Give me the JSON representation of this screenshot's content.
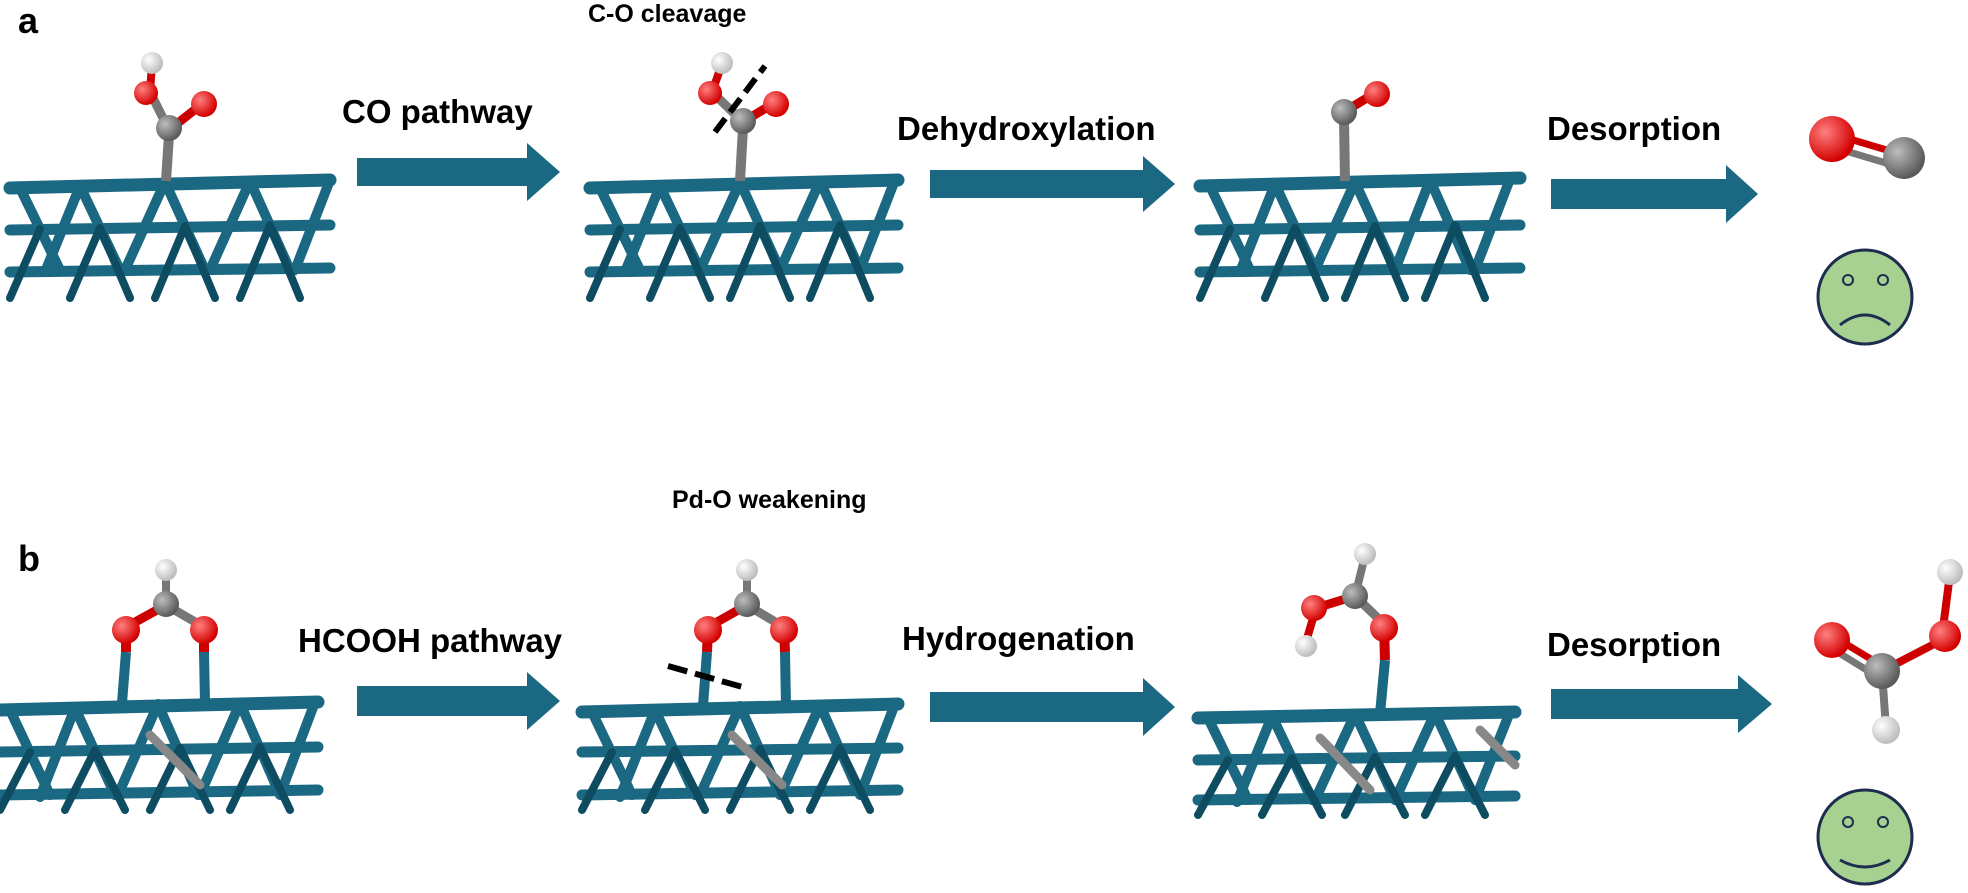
{
  "colors": {
    "surface": "#1b6882",
    "surface_dark": "#0e4c62",
    "arrow": "#1b6882",
    "oxygen": "#ee1111",
    "carbon": "#7a7a7a",
    "hydrogen": "#f2f2f2",
    "face_fill": "#a6d191",
    "face_stroke": "#1e2d4f"
  },
  "panel_a": {
    "label": "a",
    "note": "C-O cleavage",
    "steps": [
      "CO pathway",
      "Dehydroxylation",
      "Desorption"
    ],
    "outcome_face": "sad-face-icon"
  },
  "panel_b": {
    "label": "b",
    "note": "Pd-O weakening",
    "steps": [
      "HCOOH pathway",
      "Hydrogenation",
      "Desorption"
    ],
    "outcome_face": "happy-face-icon"
  }
}
